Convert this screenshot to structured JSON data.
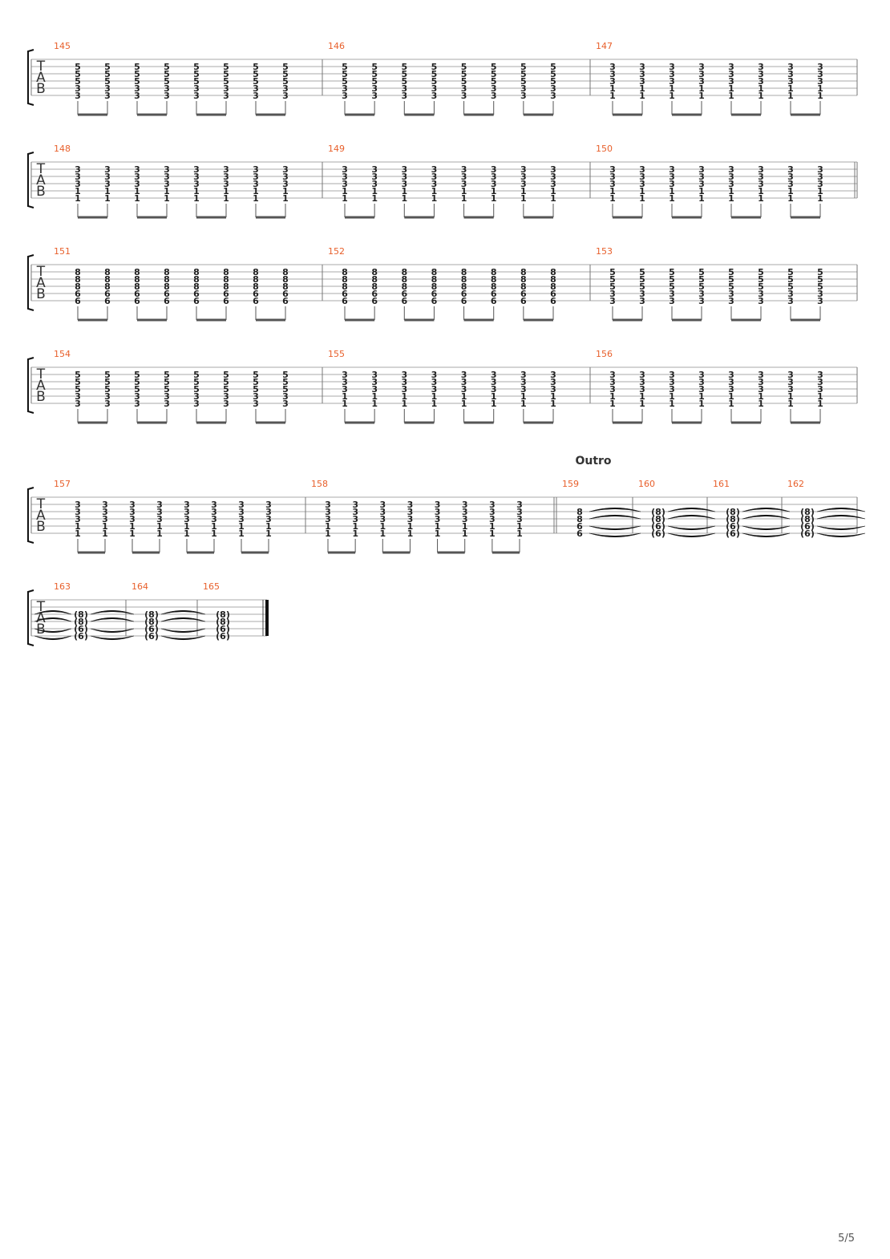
{
  "tab_letters": [
    "T",
    "A",
    "B"
  ],
  "page_number": "5/5",
  "colors": {
    "measure_number": "#e8602c",
    "staff_line": "#999999",
    "fret": "#222222",
    "beam": "#555555"
  },
  "systems": [
    {
      "measures": [
        {
          "number": "145",
          "chord": [
            "5",
            "5",
            "5",
            "3",
            "3"
          ],
          "beats": 8
        },
        {
          "number": "146",
          "chord": [
            "5",
            "5",
            "5",
            "3",
            "3"
          ],
          "beats": 8
        },
        {
          "number": "147",
          "chord": [
            "3",
            "3",
            "3",
            "1",
            "1"
          ],
          "beats": 8
        }
      ]
    },
    {
      "measures": [
        {
          "number": "148",
          "chord": [
            "3",
            "3",
            "3",
            "1",
            "1"
          ],
          "beats": 8
        },
        {
          "number": "149",
          "chord": [
            "3",
            "3",
            "3",
            "1",
            "1"
          ],
          "beats": 8
        },
        {
          "number": "150",
          "chord": [
            "3",
            "3",
            "3",
            "1",
            "1"
          ],
          "beats": 8,
          "double_bar_end": true
        }
      ]
    },
    {
      "measures": [
        {
          "number": "151",
          "chord": [
            "8",
            "8",
            "8",
            "6",
            "6"
          ],
          "beats": 8
        },
        {
          "number": "152",
          "chord": [
            "8",
            "8",
            "8",
            "6",
            "6"
          ],
          "beats": 8
        },
        {
          "number": "153",
          "chord": [
            "5",
            "5",
            "5",
            "3",
            "3"
          ],
          "beats": 8
        }
      ]
    },
    {
      "measures": [
        {
          "number": "154",
          "chord": [
            "5",
            "5",
            "5",
            "3",
            "3"
          ],
          "beats": 8
        },
        {
          "number": "155",
          "chord": [
            "3",
            "3",
            "3",
            "1",
            "1"
          ],
          "beats": 8
        },
        {
          "number": "156",
          "chord": [
            "3",
            "3",
            "3",
            "1",
            "1"
          ],
          "beats": 8
        }
      ]
    },
    {
      "section_label": "Outro",
      "measures": [
        {
          "number": "157",
          "chord": [
            "3",
            "3",
            "3",
            "1",
            "1"
          ],
          "beats": 8
        },
        {
          "number": "158",
          "chord": [
            "3",
            "3",
            "3",
            "1",
            "1"
          ],
          "beats": 8,
          "double_bar_end": true
        },
        {
          "number": "159",
          "chord": [
            "8",
            "8",
            "6",
            "6"
          ],
          "beats": 1,
          "tied_out": true
        },
        {
          "number": "160",
          "chord": [
            "(8)",
            "(8)",
            "(6)",
            "(6)"
          ],
          "beats": 1,
          "tied_in": true,
          "tied_out": true
        },
        {
          "number": "161",
          "chord": [
            "(8)",
            "(8)",
            "(6)",
            "(6)"
          ],
          "beats": 1,
          "tied_in": true,
          "tied_out": true
        },
        {
          "number": "162",
          "chord": [
            "(8)",
            "(8)",
            "(6)",
            "(6)"
          ],
          "beats": 1,
          "tied_in": true,
          "tied_out": true
        }
      ]
    },
    {
      "measures": [
        {
          "number": "163",
          "chord": [
            "(8)",
            "(8)",
            "(6)",
            "(6)"
          ],
          "beats": 1,
          "tied_in": true,
          "tied_out": true
        },
        {
          "number": "164",
          "chord": [
            "(8)",
            "(8)",
            "(6)",
            "(6)"
          ],
          "beats": 1,
          "tied_in": true,
          "tied_out": true
        },
        {
          "number": "165",
          "chord": [
            "(8)",
            "(8)",
            "(6)",
            "(6)"
          ],
          "beats": 1,
          "tied_in": true,
          "final_bar": true
        }
      ]
    }
  ]
}
